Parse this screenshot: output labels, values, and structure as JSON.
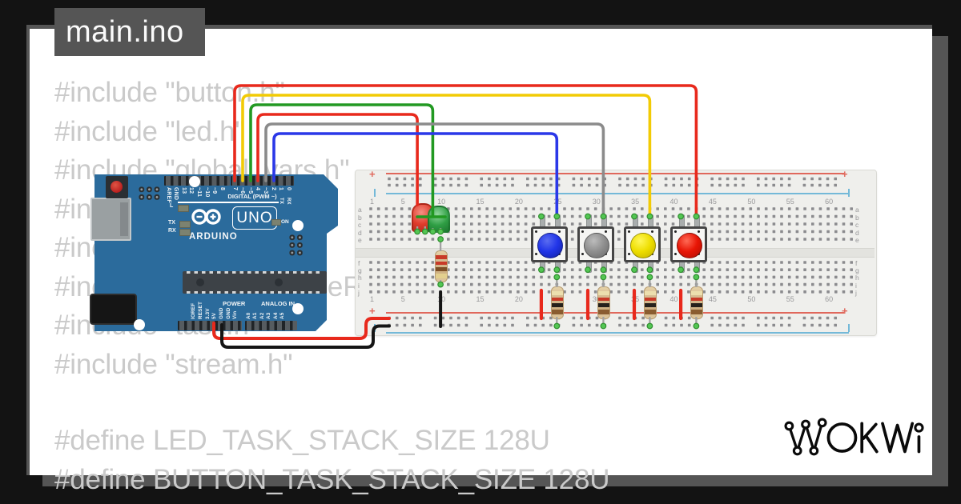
{
  "window": {
    "title": "main.ino"
  },
  "code": {
    "includes": [
      "#include \"button.h\"",
      "#include \"led.h\"",
      "#include \"global_vars.h\"",
      "#include \"queue.h\"",
      "#include \"semphr.h\"",
      "#include \"Arduino_FreeRTOS.h\"",
      "#include \"task.h\"",
      "#include \"stream.h\""
    ],
    "defines": [
      "#define LED_TASK_STACK_SIZE 128U",
      "#define BUTTON_TASK_STACK_SIZE 128U"
    ]
  },
  "brand": {
    "logo_text": "WOKWI"
  },
  "arduino": {
    "board_name": "UNO",
    "brand_name": "ARDUINO",
    "digital_caption": "DIGITAL (PWM ~)",
    "power_caption": "POWER",
    "analog_caption": "ANALOG IN",
    "on_label": "ON",
    "led_labels": [
      "L",
      "TX",
      "RX"
    ],
    "pin_labels_top_left": [
      "AREF",
      "GND",
      "13",
      "12",
      "~11",
      "~10",
      "~9",
      "8"
    ],
    "pin_labels_top_right": [
      "7",
      "~6",
      "~5",
      "4",
      "~3",
      "2",
      "1",
      "0"
    ],
    "serial_labels": [
      "TX",
      "RX"
    ],
    "pin_labels_power": [
      "IOREF",
      "RESET",
      "3.3V",
      "5V",
      "GND",
      "GND",
      "Vin"
    ],
    "pin_labels_analog": [
      "A0",
      "A1",
      "A2",
      "A3",
      "A4",
      "A5"
    ],
    "board_color": "#2b6b9c"
  },
  "breadboard": {
    "column_numbers": [
      "1",
      "5",
      "10",
      "15",
      "20",
      "25",
      "30",
      "35",
      "40",
      "45",
      "50",
      "55",
      "60"
    ],
    "row_letters_top": [
      "a",
      "b",
      "c",
      "d",
      "e"
    ],
    "row_letters_bottom": [
      "f",
      "g",
      "h",
      "i",
      "j"
    ],
    "plus_sign": "+",
    "positive_rail_color": "#e0685c",
    "negative_rail_color": "#74b9d8"
  },
  "parts": {
    "leds": [
      {
        "id": "led-red",
        "color": "#e03c2c"
      },
      {
        "id": "led-green",
        "color": "#2f9e44"
      }
    ],
    "push_buttons": [
      {
        "id": "pushbutton-blue",
        "color": "#2135e8"
      },
      {
        "id": "pushbutton-gray",
        "color": "#8f8f8f"
      },
      {
        "id": "pushbutton-yellow",
        "color": "#f0e400"
      },
      {
        "id": "pushbutton-red",
        "color": "#ea1505"
      }
    ],
    "wires": [
      {
        "id": "wire-pin7-to-red-button",
        "color": "#e8291c"
      },
      {
        "id": "wire-pin6-to-yellow-button",
        "color": "#f2cb05"
      },
      {
        "id": "wire-pin5-to-green-led",
        "color": "#229922"
      },
      {
        "id": "wire-pin4-to-red-led",
        "color": "#e8291c"
      },
      {
        "id": "wire-pin3-to-gray-button",
        "color": "#8b8b8b"
      },
      {
        "id": "wire-pin2-to-blue-button",
        "color": "#2b38e8"
      },
      {
        "id": "wire-5v-to-plus-rail",
        "color": "#e8291c"
      },
      {
        "id": "wire-gnd-to-minus-rail",
        "color": "#151515"
      },
      {
        "id": "jumper-black-led-gnd",
        "color": "#151515"
      },
      {
        "id": "jumper-red-1",
        "color": "#e8291c"
      },
      {
        "id": "jumper-red-2",
        "color": "#e8291c"
      },
      {
        "id": "jumper-red-3",
        "color": "#e8291c"
      },
      {
        "id": "jumper-red-4",
        "color": "#e8291c"
      }
    ]
  }
}
